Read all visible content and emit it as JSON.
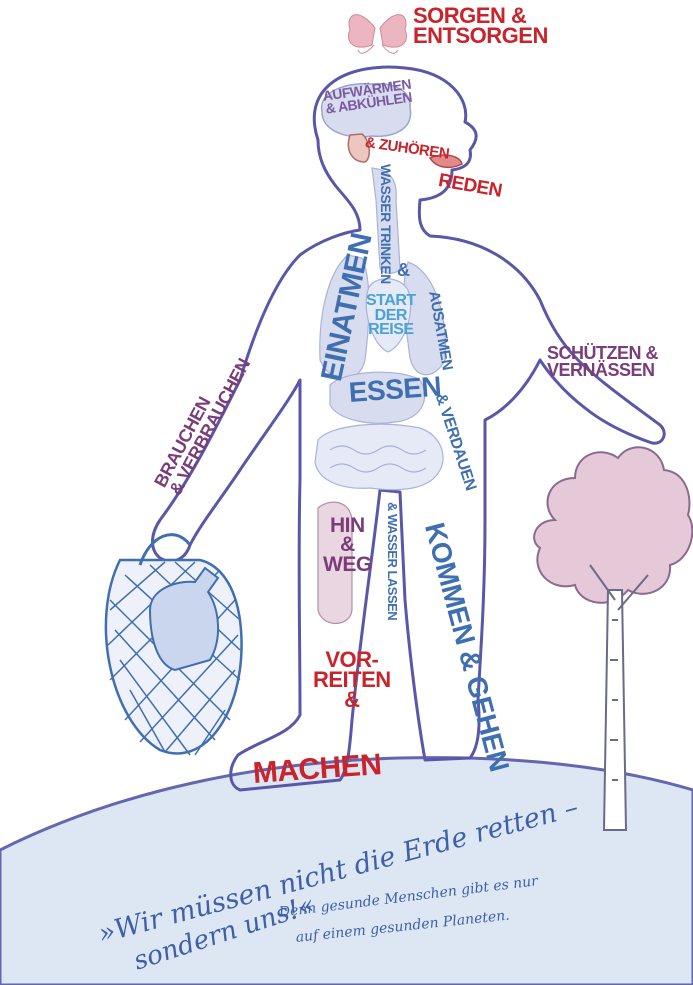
{
  "colors": {
    "outline": "#5a57a8",
    "red": "#c9242c",
    "blue": "#3f6fb0",
    "purple": "#7a3d7a",
    "organ_fill": "#d7dcee",
    "earth": "#dce7f3",
    "earth_edge": "#6466b0",
    "tree": "#e5c9d8",
    "butterfly": "#ebb6c0"
  },
  "labels": {
    "sorgen": [
      "SORGEN &",
      "ENTSORGEN"
    ],
    "aufwaermen": [
      "AUFWÄRMEN",
      "& ABKÜHLEN"
    ],
    "zuhoeren": "& ZUHÖREN",
    "reden": "REDEN",
    "wasser_trinken": "WASSER TRINKEN",
    "und": "&",
    "einatmen": "EINATMEN",
    "start": [
      "START",
      "DER",
      "REISE"
    ],
    "ausatmen": "AUSATMEN",
    "essen": "ESSEN",
    "verdauen": "& VERDAUEN",
    "schuetzen": [
      "SCHÜTZEN &",
      "VERNÄSSEN"
    ],
    "brauchen": [
      "BRAUCHEN",
      "& VERBRAUCHEN"
    ],
    "hin_weg": [
      "HIN",
      "&",
      "WEG"
    ],
    "wasser_lassen": "& WASSER LASSEN",
    "kommen": "KOMMEN & GEHEN",
    "vorreiten": [
      "VOR-",
      "REITEN",
      "&"
    ],
    "machen": "MACHEN"
  },
  "quote": {
    "line1": "»Wir müssen nicht die Erde retten –",
    "line2": "sondern uns!«",
    "sub1": "Denn gesunde Menschen gibt es nur",
    "sub2": "auf einem gesunden Planeten."
  },
  "icons": [
    "butterfly-icon",
    "bottle-icon",
    "net-bag-icon",
    "tree-icon",
    "earth-globe"
  ]
}
